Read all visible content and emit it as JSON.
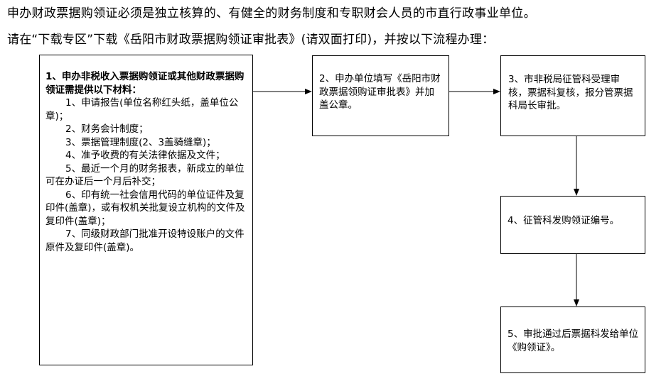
{
  "intro": {
    "line1": "申办财政票据购领证必须是独立核算的、有健全的财务制度和专职财会人员的市直行政事业单位。",
    "line2": "请在“下载专区”下载《岳阳市财政票据购领证审批表》(请双面打印)，并按以下流程办理："
  },
  "step1": {
    "title": "1、申办非税收入票据购领证或其他财政票据购领证需提供以下材料：",
    "items": [
      "1、申请报告(单位名称红头纸，盖单位公章)；",
      "2、财务会计制度；",
      "3、票据管理制度(2、3盖骑缝章)；",
      "4、准予收费的有关法律依据及文件；",
      "5、最近一个月的财务报表，新成立的单位可在办证后一个月后补交；",
      "6、印有统一社会信用代码的单位证件及复印件(盖章)，或有权机关批复设立机构的文件及复印件(盖章)；",
      "7、同级财政部门批准开设特设账户的文件原件及复印件(盖章)。"
    ]
  },
  "step2": {
    "text": "2、申办单位填写《岳阳市财政票据领购证审批表》并加盖公章。"
  },
  "step3": {
    "text": "3、市非税局征管科受理审核，票据科复核，报分管票据科局长审批。"
  },
  "step4": {
    "text": "4、征管科发购领证编号。"
  },
  "step5": {
    "text": "5、审批通过后票据科发给单位《购领证》。"
  }
}
